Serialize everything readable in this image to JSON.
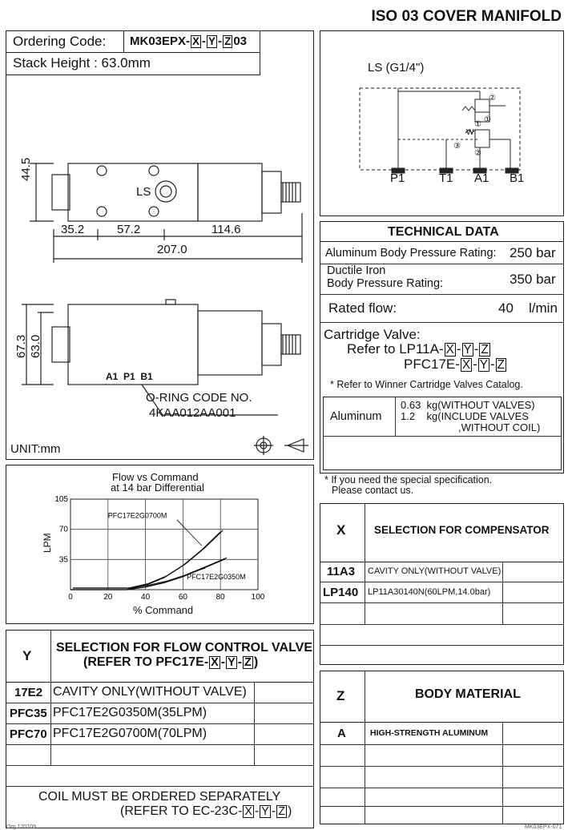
{
  "header": {
    "title": "ISO 03 COVER MANIFOLD"
  },
  "ordering": {
    "label": "Ordering Code:",
    "code_prefix": "MK03EPX-",
    "x": "X",
    "dash1": "-",
    "y": "Y",
    "dash2": "-",
    "z": "Z",
    "code_suffix": "03",
    "stack_height": "Stack Height : 63.0mm"
  },
  "drawing": {
    "dim_44_5": "44.5",
    "dim_35_2": "35.2",
    "dim_57_2": "57.2",
    "dim_114_6": "114.6",
    "dim_207": "207.0",
    "dim_67_3": "67.3",
    "dim_63_0": "63.0",
    "ls": "LS",
    "ports_label": "A1  P1  B1",
    "oring_title": "O-RING CODE NO.",
    "oring_code": "4KAA012AA001",
    "unit": "UNIT:mm"
  },
  "schematic": {
    "ls": "LS (G1/4\")",
    "p1": "P1",
    "t1": "T1",
    "a1": "A1",
    "b1": "B1",
    "n1": "①",
    "n2": "②",
    "n3": "③",
    "w": "W"
  },
  "tech": {
    "title": "TECHNICAL DATA",
    "alum_label": "Aluminum Body Pressure Rating:",
    "alum_value": "250 bar",
    "iron_label_1": "Ductile Iron",
    "iron_label_2": "Body Pressure Rating:",
    "iron_value": "350 bar",
    "flow_label": "Rated flow:",
    "flow_value": "40",
    "flow_unit": "l/min",
    "cart_title": "Cartridge Valve:",
    "cart_ref": "Refer to LP11A-",
    "cart_ref2": "PFC17E-",
    "catalog_note": "* Refer to Winner Cartridge Valves Catalog.",
    "weight_material": "Aluminum",
    "w1": "0.63  kg(WITHOUT VALVES)",
    "w2": "1.2    kg(INCLUDE VALVES",
    "w3": ",WITHOUT COIL)",
    "special_1": "* If you need the special specification.",
    "special_2": "Please contact us."
  },
  "chart_data": {
    "type": "line",
    "title": "Flow vs Command",
    "subtitle": "at 14 bar Differential",
    "xlabel": "% Command",
    "ylabel": "LPM",
    "xlim": [
      0,
      100
    ],
    "ylim": [
      0,
      105
    ],
    "xticks": [
      "0",
      "20",
      "40",
      "60",
      "80",
      "100"
    ],
    "yticks": [
      "35",
      "70",
      "105"
    ],
    "grid": true,
    "series": [
      {
        "name": "PFC17E2G0700M",
        "x": [
          0,
          30,
          40,
          50,
          60,
          70,
          80
        ],
        "y": [
          0,
          0,
          5,
          14,
          28,
          46,
          67
        ]
      },
      {
        "name": "PFC17E2G0350M",
        "x": [
          0,
          30,
          40,
          50,
          60,
          70,
          82
        ],
        "y": [
          0,
          0,
          3,
          8,
          15,
          24,
          35
        ]
      }
    ]
  },
  "x_table": {
    "key": "X",
    "title": "SELECTION FOR COMPENSATOR",
    "rows": [
      {
        "code": "11A3",
        "desc": "CAVITY ONLY(WITHOUT VALVE)"
      },
      {
        "code": "LP140",
        "desc": "LP11A30140N(60LPM,14.0bar)"
      }
    ]
  },
  "y_table": {
    "key": "Y",
    "title_1": "SELECTION FOR FLOW CONTROL VALVE",
    "title_2": "(REFER TO PFC17E-",
    "rows": [
      {
        "code": "17E2",
        "desc": "CAVITY ONLY(WITHOUT VALVE)"
      },
      {
        "code": "PFC35",
        "desc": "PFC17E2G0350M(35LPM)"
      },
      {
        "code": "PFC70",
        "desc": "PFC17E2G0700M(70LPM)"
      }
    ],
    "note_1": "COIL MUST BE ORDERED SEPARATELY",
    "note_2": "(REFER TO EC-23C-"
  },
  "z_table": {
    "key": "Z",
    "title": "BODY MATERIAL",
    "rows": [
      {
        "code": "A",
        "desc": "HIGH-STRENGTH ALUMINUM"
      }
    ]
  },
  "footer": {
    "left": "Org.120109",
    "right": "MK03EPX-071"
  }
}
